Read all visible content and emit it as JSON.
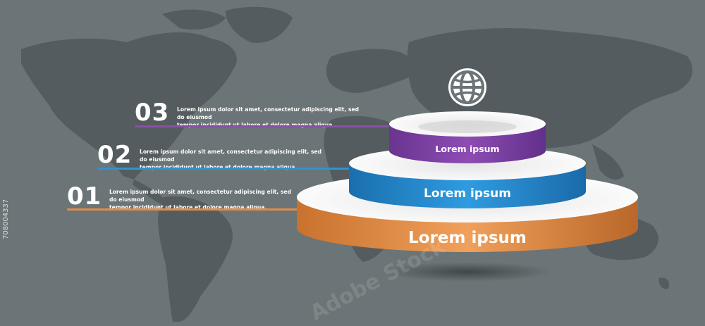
{
  "steps": [
    {
      "number": "03",
      "text_line1": "Lorem ipsum dolor sit amet, consectetur adipiscing elit, sed do eiusmod",
      "text_line2": "tempor incididunt ut labore et dolore magna aliqua.",
      "color": "#8a4fa6"
    },
    {
      "number": "02",
      "text_line1": "Lorem ipsum dolor sit amet, consectetur adipiscing elit, sed do eiusmod",
      "text_line2": "tempor incididunt ut labore et dolore magna aliqua.",
      "color": "#2f93d3"
    },
    {
      "number": "01",
      "text_line1": "Lorem ipsum dolor sit amet, consectetur adipiscing elit, sed do eiusmod",
      "text_line2": "tempor incididunt ut labore et dolore magna aliqua.",
      "color": "#e08c4a"
    }
  ],
  "tiers": {
    "top": {
      "label": "Lorem ipsum",
      "color": "#7b3f9e"
    },
    "middle": {
      "label": "Lorem ipsum",
      "color": "#1f84c9"
    },
    "bottom": {
      "label": "Lorem ipsum",
      "color": "#d97f3c"
    }
  },
  "icon": "globe-icon",
  "stock_id": "708004337",
  "watermark": "Adobe Stock"
}
